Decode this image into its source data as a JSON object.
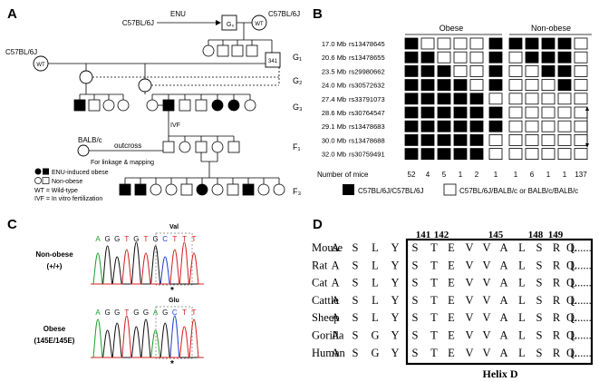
{
  "panels": {
    "a": "A",
    "b": "B",
    "c": "C",
    "d": "D"
  },
  "pedigree": {
    "strain_left": "C57BL/6J",
    "enu": "ENU",
    "g0_id": "G₀",
    "strain_right": "C57BL/6J",
    "wt": "WT",
    "strain_g1": "C57BL/6J",
    "g1_id": "341",
    "gen_g1": "G₁",
    "gen_g2": "G₂",
    "gen_g3": "G₃",
    "gen_f1": "F₁",
    "gen_f3": "F₃",
    "ivf": "IVF",
    "balbc": "BALB/c",
    "outcross": "outcross",
    "linkage": "For linkage & mapping",
    "legend": [
      "ENU-induced obese",
      "Non-obese",
      "WT = Wild-type",
      "IVF = In vitro fertilization"
    ],
    "f3_row": [
      {
        "sex": "m",
        "obese": true
      },
      {
        "sex": "m",
        "obese": true
      },
      {
        "sex": "f",
        "obese": false
      },
      {
        "sex": "f",
        "obese": false
      },
      {
        "sex": "m",
        "obese": false
      },
      {
        "sex": "f",
        "obese": true
      },
      {
        "sex": "f",
        "obese": false
      },
      {
        "sex": "m",
        "obese": false
      },
      {
        "sex": "m",
        "obese": true
      },
      {
        "sex": "f",
        "obese": false
      },
      {
        "sex": "f",
        "obese": false
      }
    ]
  },
  "haplotype": {
    "group_obese": "Obese",
    "group_nonobese": "Non-obese",
    "markers": [
      {
        "pos": "17.0 Mb",
        "id": "rs13478645"
      },
      {
        "pos": "20.6 Mb",
        "id": "rs13478655"
      },
      {
        "pos": "23.5 Mb",
        "id": "rs29980662"
      },
      {
        "pos": "24.0 Mb",
        "id": "rs30572632"
      },
      {
        "pos": "27.4 Mb",
        "id": "rs33791073"
      },
      {
        "pos": "28.6 Mb",
        "id": "rs30764547"
      },
      {
        "pos": "29.1 Mb",
        "id": "rs13478683"
      },
      {
        "pos": "30.0 Mb",
        "id": "rs13478688"
      },
      {
        "pos": "32.0 Mb",
        "id": "rs30759491"
      }
    ],
    "genotypes_obese": [
      [
        1,
        0,
        0,
        0,
        0,
        1
      ],
      [
        1,
        1,
        0,
        0,
        0,
        1
      ],
      [
        1,
        1,
        1,
        0,
        0,
        1
      ],
      [
        1,
        1,
        1,
        1,
        0,
        1
      ],
      [
        1,
        1,
        1,
        1,
        1,
        0
      ],
      [
        1,
        1,
        1,
        1,
        1,
        1
      ],
      [
        1,
        1,
        1,
        1,
        1,
        1
      ],
      [
        1,
        1,
        1,
        1,
        1,
        0
      ],
      [
        1,
        1,
        1,
        1,
        1,
        0
      ]
    ],
    "genotypes_nonobese": [
      [
        1,
        1,
        1,
        1,
        0
      ],
      [
        0,
        1,
        1,
        1,
        0
      ],
      [
        0,
        0,
        1,
        1,
        0
      ],
      [
        0,
        0,
        0,
        1,
        0
      ],
      [
        0,
        0,
        0,
        0,
        0
      ],
      [
        0,
        0,
        0,
        0,
        0
      ],
      [
        0,
        0,
        0,
        0,
        0
      ],
      [
        0,
        0,
        0,
        0,
        0
      ],
      [
        0,
        0,
        0,
        0,
        0
      ]
    ],
    "count_label": "Number of mice",
    "counts": [
      "52",
      "4",
      "5",
      "1",
      "2",
      "1",
      "1",
      "6",
      "1",
      "1",
      "137"
    ],
    "legend_filled": "C57BL/6J/C57BL/6J",
    "legend_empty": "C57BL/6J/BALB/c or BALB/c/BALB/c"
  },
  "chromatogram": {
    "row1_label": "Non-obese",
    "row1_geno": "(+/+)",
    "row1_aa": "Val",
    "row1_seq": [
      "A",
      "G",
      "G",
      "T",
      "G",
      "T",
      "G",
      "C",
      "T",
      "T",
      "T"
    ],
    "row2_label": "Obese",
    "row2_geno": "(145E/145E)",
    "row2_aa": "Glu",
    "row2_seq": [
      "A",
      "G",
      "G",
      "T",
      "G",
      "G",
      "A",
      "G",
      "C",
      "T",
      "T"
    ],
    "star": "*",
    "colors": {
      "A": "#1a9e2e",
      "G": "#111111",
      "C": "#1f3fd0",
      "T": "#d42020"
    }
  },
  "alignment": {
    "pos_labels": [
      "141",
      "142",
      "145",
      "148",
      "149"
    ],
    "species": [
      {
        "name": "Mouse",
        "seq": "ASLYSTEVVALSRLQ......"
      },
      {
        "name": "Rat",
        "seq": "ASLYSTEVVALSRLQ......"
      },
      {
        "name": "Cat",
        "seq": "ASLYSTEVVALSRLQ......"
      },
      {
        "name": "Cattle",
        "seq": "ASLYSTEVVALSRLQ......"
      },
      {
        "name": "Sheep",
        "seq": "ASLYSTEVVALSRLQ......"
      },
      {
        "name": "Gorilla",
        "seq": "ASGYSTEVVALSRLQ......"
      },
      {
        "name": "Human",
        "seq": "ASGYSTEVVALSRLQ......"
      }
    ],
    "helix": "Helix D"
  }
}
